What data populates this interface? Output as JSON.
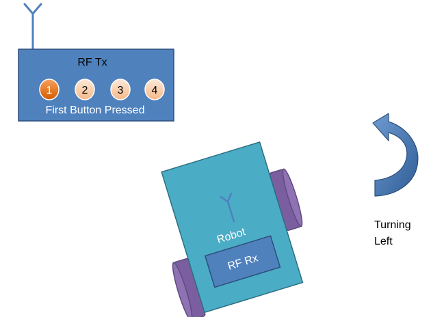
{
  "transmitter": {
    "label": "RF Tx",
    "buttons": [
      "1",
      "2",
      "3",
      "4"
    ],
    "pressed_index": 0,
    "status": "First Button Pressed"
  },
  "robot": {
    "label": "Robot",
    "receiver_label": "RF Rx"
  },
  "turn": {
    "line1": "Turning",
    "line2": "Left"
  },
  "colors": {
    "tx_fill": "#4f81bd",
    "tx_stroke": "#2c4f7c",
    "robot_body": "#4bacc6",
    "robot_stroke": "#2c6f80",
    "wheel": "#8064a2",
    "wheel_dark": "#5f4a80",
    "button_pressed": "#e46c0a",
    "button_normal": "#fbd4b4",
    "arrow": "#4f81bd"
  }
}
